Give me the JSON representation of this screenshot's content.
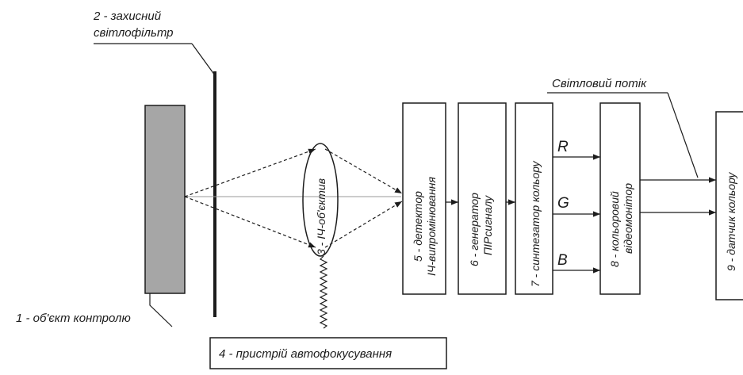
{
  "labels": {
    "object": "1 - об'єкт контролю",
    "filter_line1": "2 - захисний",
    "filter_line2": "світлофільтр",
    "lens": "3 - ІЧ-об'єктив",
    "autofocus": "4 - пристрій автофокусування",
    "light_flow": "Світловий потік"
  },
  "blocks": {
    "detector_line1": "5 - детектор",
    "detector_line2": "ІЧ-випромінювання",
    "generator_line1": "6 - генератор",
    "generator_line2": "ПІРсигналу",
    "synth": "7 - синтезатор кольору",
    "monitor_line1": "8 - кольоровий",
    "monitor_line2": "відеомонітор",
    "sensor": "9 - датчик кольору"
  },
  "channels": {
    "r": "R",
    "g": "G",
    "b": "B"
  },
  "colors": {
    "ink": "#1c1c1c",
    "object_fill": "#a6a6a6",
    "beam": "#9a9a9a"
  }
}
